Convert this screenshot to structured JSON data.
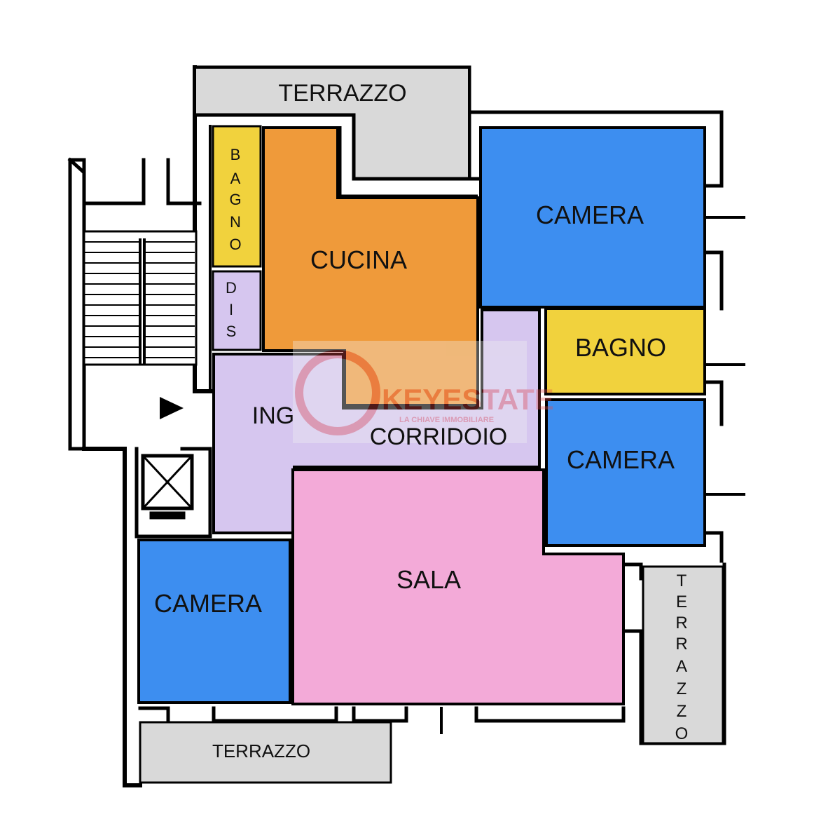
{
  "colors": {
    "terrace": "#d9d9d9",
    "kitchen": "#ef9a3a",
    "bathroom": "#f1d23d",
    "bedroom": "#3d8ef0",
    "circulation": "#d6c6ef",
    "living": "#f3aad8",
    "wall": "#000000",
    "watermark": "#e34a4a"
  },
  "rooms": {
    "terrazzo_top": "TERRAZZO",
    "terrazzo_bottom": "TERRAZZO",
    "terrazzo_right": [
      "T",
      "E",
      "R",
      "R",
      "A",
      "Z",
      "Z",
      "O"
    ],
    "bagno_vertical": [
      "B",
      "A",
      "G",
      "N",
      "O"
    ],
    "dis_vertical": [
      "D",
      "I",
      "S"
    ],
    "cucina": "CUCINA",
    "camera_top_right": "CAMERA",
    "bagno_right": "BAGNO",
    "camera_mid_right": "CAMERA",
    "ing": "ING",
    "corridoio": "CORRIDOIO",
    "sala": "SALA",
    "camera_left": "CAMERA"
  },
  "watermark": {
    "brand": "KEYESTATE",
    "tagline": "LA CHIAVE IMMOBILIARE"
  }
}
